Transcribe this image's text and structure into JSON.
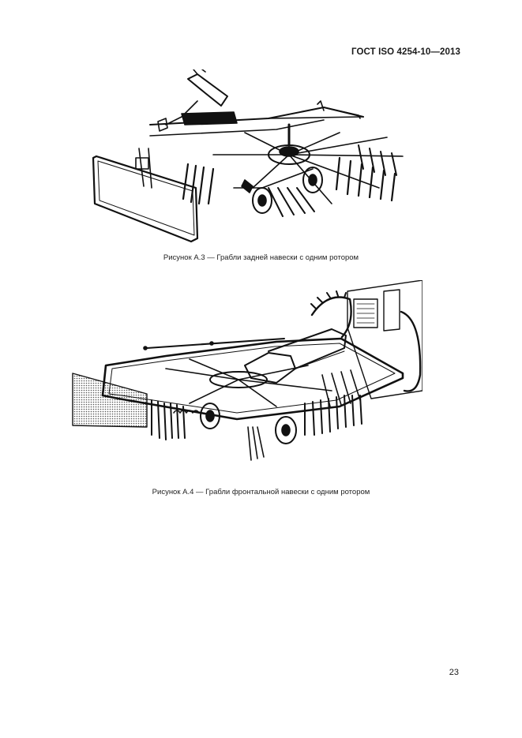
{
  "header": {
    "doc_id": "ГОСТ ISO 4254-10—2013"
  },
  "figures": [
    {
      "caption": "Рисунок А.3 — Грабли задней навески с одним ротором"
    },
    {
      "caption": "Рисунок А.4 — Грабли фронтальной навески с одним ротором"
    }
  ],
  "footer": {
    "page_number": "23"
  }
}
